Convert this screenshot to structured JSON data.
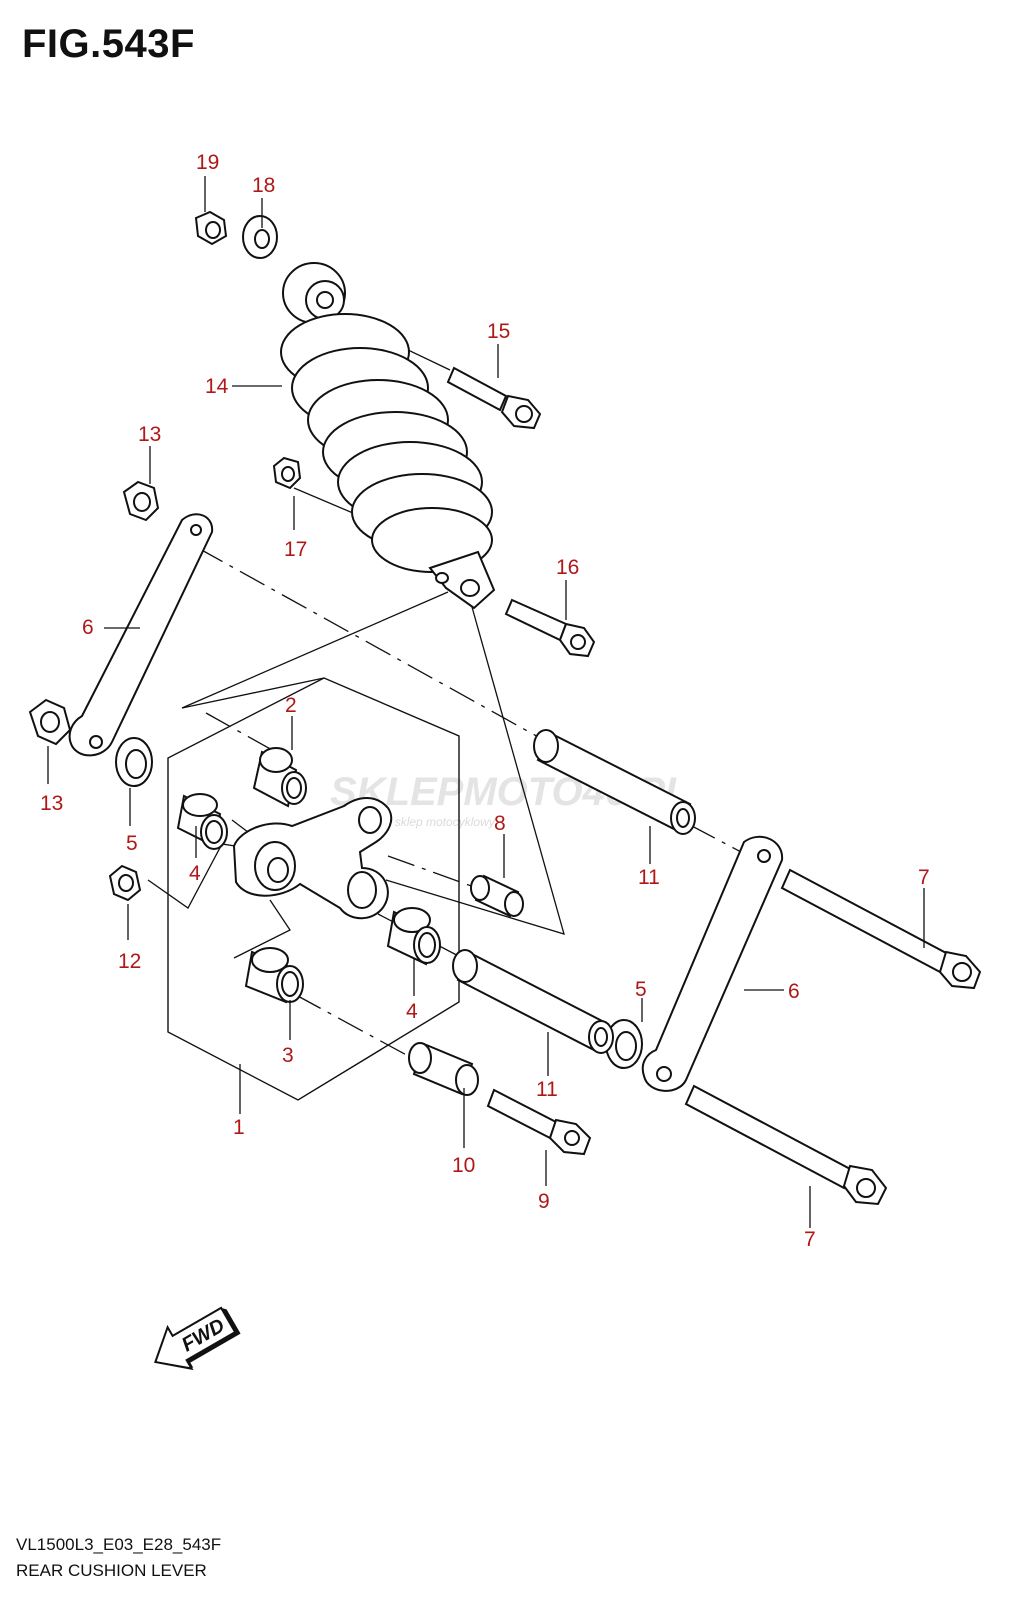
{
  "figure": {
    "title": "FIG.543F",
    "model_code": "VL1500L3_E03_E28_543F",
    "caption": "REAR CUSHION LEVER"
  },
  "callouts": [
    "1",
    "2",
    "3",
    "4",
    "4",
    "5",
    "5",
    "6",
    "6",
    "7",
    "7",
    "8",
    "9",
    "10",
    "11",
    "11",
    "12",
    "13",
    "13",
    "14",
    "15",
    "16",
    "17",
    "18",
    "19"
  ],
  "direction_badge": "FWD",
  "watermark": {
    "brand": "SKLEPMOTO46.PL",
    "tagline": "internetowy sklep motocyklowy"
  },
  "colors": {
    "callout_text": "#b01818",
    "line_art": "#111111",
    "watermark": "#c9c9c9",
    "watermark_accent": "#e7a0a0"
  }
}
